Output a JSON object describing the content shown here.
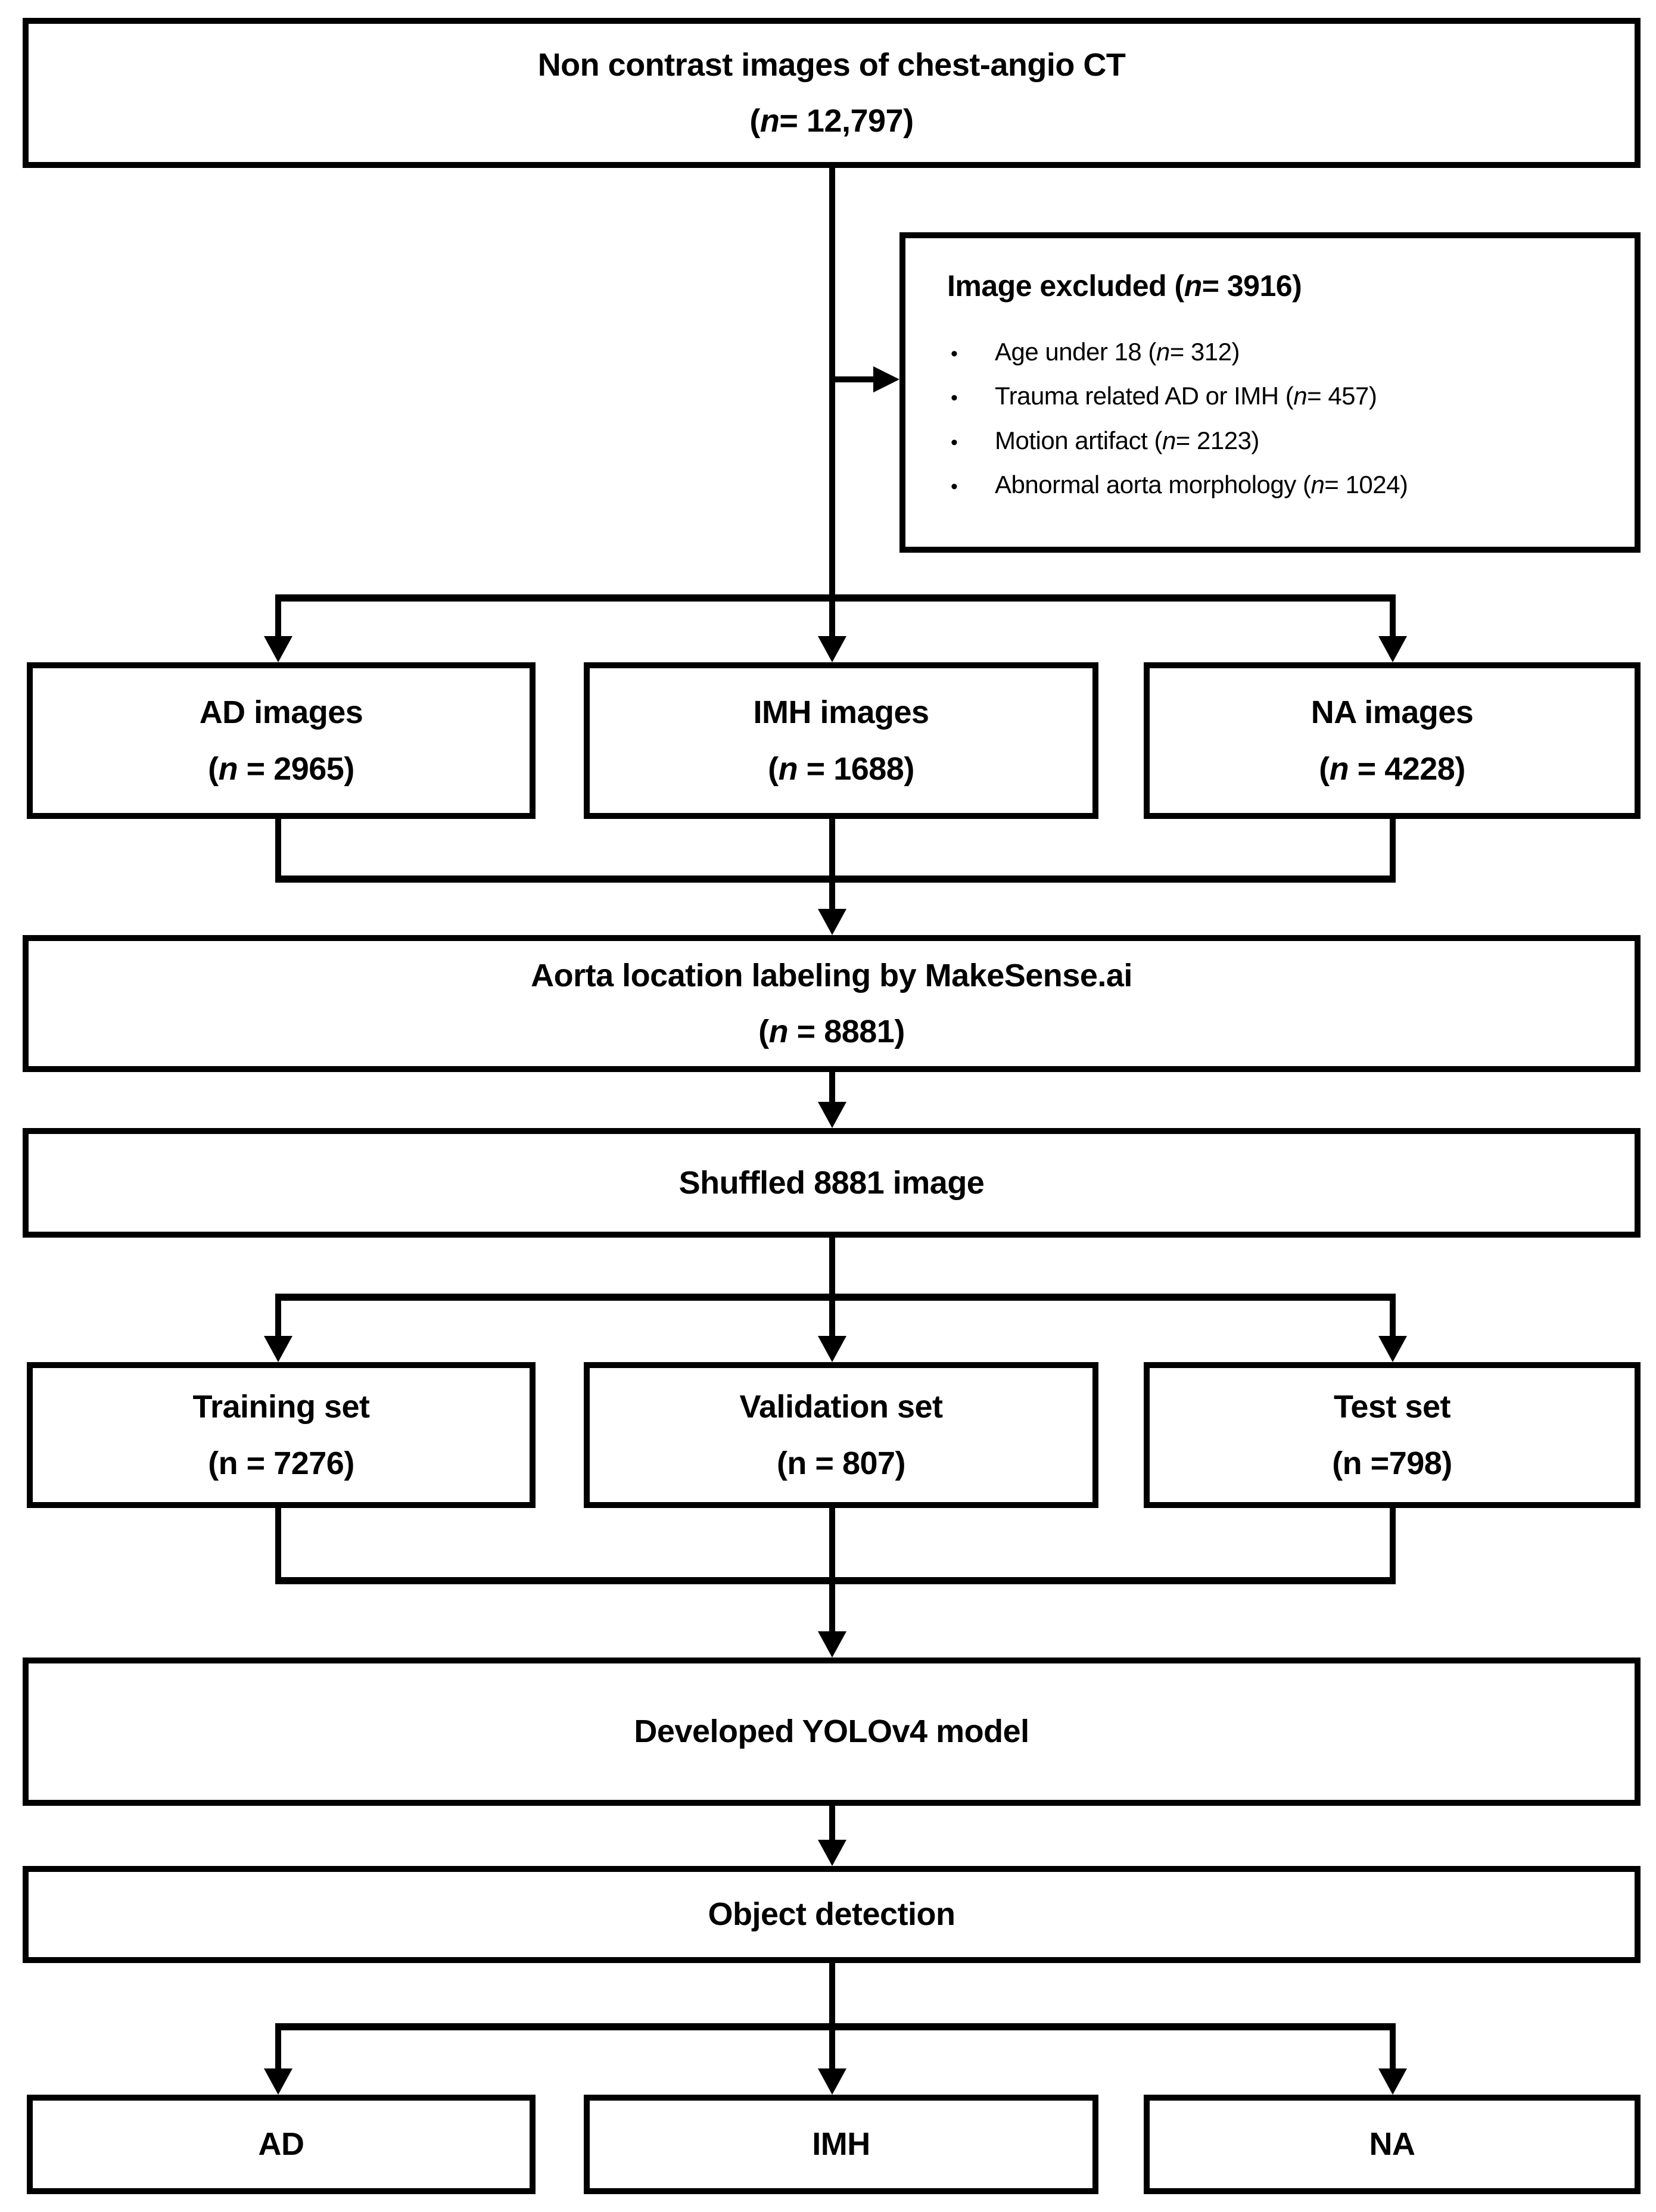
{
  "page": {
    "background": "#ffffff",
    "ink": "#000000"
  },
  "flowchart": {
    "source_box": {
      "lines": [
        [
          {
            "t": "Non contrast images of chest-angio CT"
          }
        ],
        [
          {
            "t": "("
          },
          {
            "t": "n",
            "i": true
          },
          {
            "t": "= 12,797)"
          }
        ]
      ]
    },
    "excluded_box": {
      "title_segments": [
        {
          "t": "Image excluded ("
        },
        {
          "t": "n",
          "i": true
        },
        {
          "t": "= 3916)"
        }
      ],
      "bullet_marker": "•",
      "bullets": [
        [
          {
            "t": "Age under 18 ("
          },
          {
            "t": "n",
            "i": true
          },
          {
            "t": "= 312)"
          }
        ],
        [
          {
            "t": "Trauma related AD or IMH ("
          },
          {
            "t": "n",
            "i": true
          },
          {
            "t": "= 457)"
          }
        ],
        [
          {
            "t": "Motion artifact ("
          },
          {
            "t": "n",
            "i": true
          },
          {
            "t": "= 2123)"
          }
        ],
        [
          {
            "t": "Abnormal aorta morphology ("
          },
          {
            "t": "n",
            "i": true
          },
          {
            "t": "= 1024)"
          }
        ]
      ]
    },
    "ad_images_box": {
      "lines": [
        [
          {
            "t": "AD images"
          }
        ],
        [
          {
            "t": "("
          },
          {
            "t": "n",
            "i": true
          },
          {
            "t": " = 2965)"
          }
        ]
      ]
    },
    "imh_images_box": {
      "lines": [
        [
          {
            "t": "IMH images"
          }
        ],
        [
          {
            "t": "("
          },
          {
            "t": "n",
            "i": true
          },
          {
            "t": " = 1688)"
          }
        ]
      ]
    },
    "na_images_box": {
      "lines": [
        [
          {
            "t": "NA images"
          }
        ],
        [
          {
            "t": "("
          },
          {
            "t": "n",
            "i": true
          },
          {
            "t": " = 4228)"
          }
        ]
      ]
    },
    "labeling_box": {
      "lines": [
        [
          {
            "t": "Aorta location labeling by MakeSense.ai"
          }
        ],
        [
          {
            "t": "("
          },
          {
            "t": "n",
            "i": true
          },
          {
            "t": " = 8881)"
          }
        ]
      ]
    },
    "shuffled_box": {
      "lines": [
        [
          {
            "t": "Shuffled 8881 image"
          }
        ]
      ]
    },
    "training_box": {
      "lines": [
        [
          {
            "t": "Training set"
          }
        ],
        [
          {
            "t": "(n = 7276)"
          }
        ]
      ]
    },
    "validation_box": {
      "lines": [
        [
          {
            "t": "Validation set"
          }
        ],
        [
          {
            "t": "(n = 807)"
          }
        ]
      ]
    },
    "test_box": {
      "lines": [
        [
          {
            "t": "Test set"
          }
        ],
        [
          {
            "t": "(n =798)"
          }
        ]
      ]
    },
    "model_box": {
      "lines": [
        [
          {
            "t": "Developed YOLOv4 model"
          }
        ]
      ]
    },
    "detection_box": {
      "lines": [
        [
          {
            "t": "Object detection"
          }
        ]
      ]
    },
    "ad_box": {
      "lines": [
        [
          {
            "t": "AD"
          }
        ]
      ]
    },
    "imh_box": {
      "lines": [
        [
          {
            "t": "IMH"
          }
        ]
      ]
    },
    "na_box": {
      "lines": [
        [
          {
            "t": "NA"
          }
        ]
      ]
    }
  }
}
